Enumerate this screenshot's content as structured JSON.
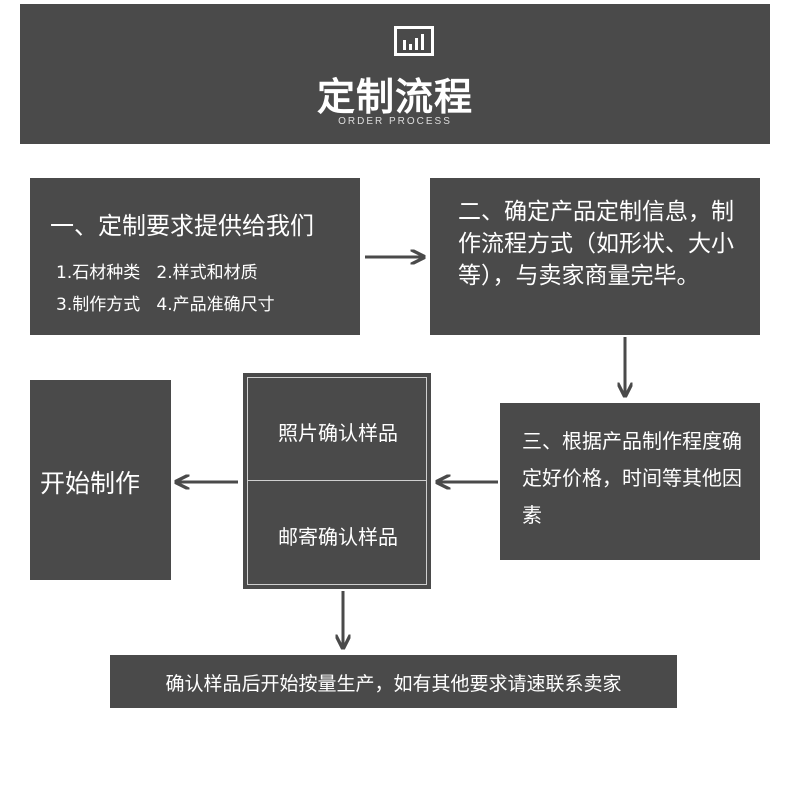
{
  "header": {
    "icon": "bar-chart-icon",
    "title": "定制流程",
    "subtitle": "ORDER PROCESS"
  },
  "steps": {
    "step1": {
      "title": "一、定制要求提供给我们",
      "line1": "1.石材种类   2.样式和材质",
      "line2": "3.制作方式   4.产品准确尺寸"
    },
    "step2": {
      "text": "二、确定产品定制信息，制作流程方式（如形状、大小等），与卖家商量完毕。"
    },
    "step3": {
      "text": "三、根据产品制作程度确定好价格，时间等其他因素"
    },
    "confirm": {
      "option1": "照片确认样品",
      "option2": "邮寄确认样品"
    },
    "start": {
      "text": "开始制作"
    },
    "final": {
      "text": "确认样品后开始按量生产，如有其他要求请速联系卖家"
    }
  },
  "colors": {
    "box": "#4a4a4a",
    "arrow": "#4a4a4a",
    "text": "#ffffff"
  }
}
